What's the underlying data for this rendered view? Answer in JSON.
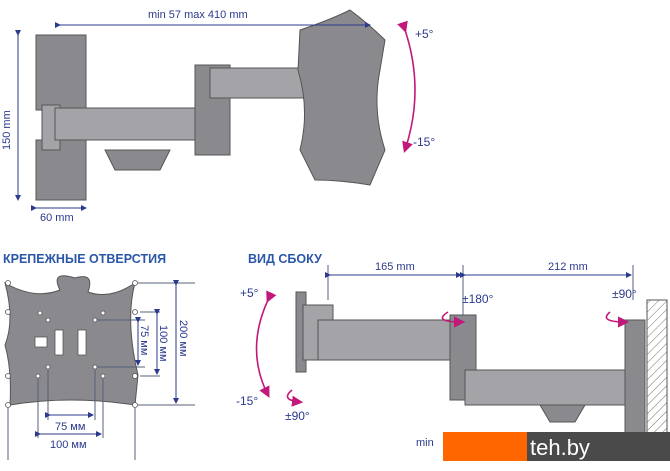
{
  "top_view": {
    "width_range": "min 57 max 410 mm",
    "height": "150 mm",
    "depth": "60 mm",
    "tilt_up": "+5°",
    "tilt_down": "-15°"
  },
  "mounting_holes": {
    "title": "КРЕПЕЖНЫЕ ОТВЕРСТИЯ",
    "h_75": "75 мм",
    "h_100": "100 мм",
    "v_75": "75 мм",
    "v_100": "100 мм",
    "v_200": "200 мм"
  },
  "side_view": {
    "title": "ВИД СБОКУ",
    "arm1": "165 mm",
    "arm2": "212 mm",
    "swivel_mid": "±180°",
    "swivel_wall": "±90°",
    "swivel_head": "±90°",
    "tilt_up": "+5°",
    "tilt_down": "-15°",
    "min_label": "min"
  },
  "watermark": {
    "text": "teh.by",
    "colors": {
      "orange": "#ff6600",
      "dark": "#4a4a4a"
    }
  }
}
